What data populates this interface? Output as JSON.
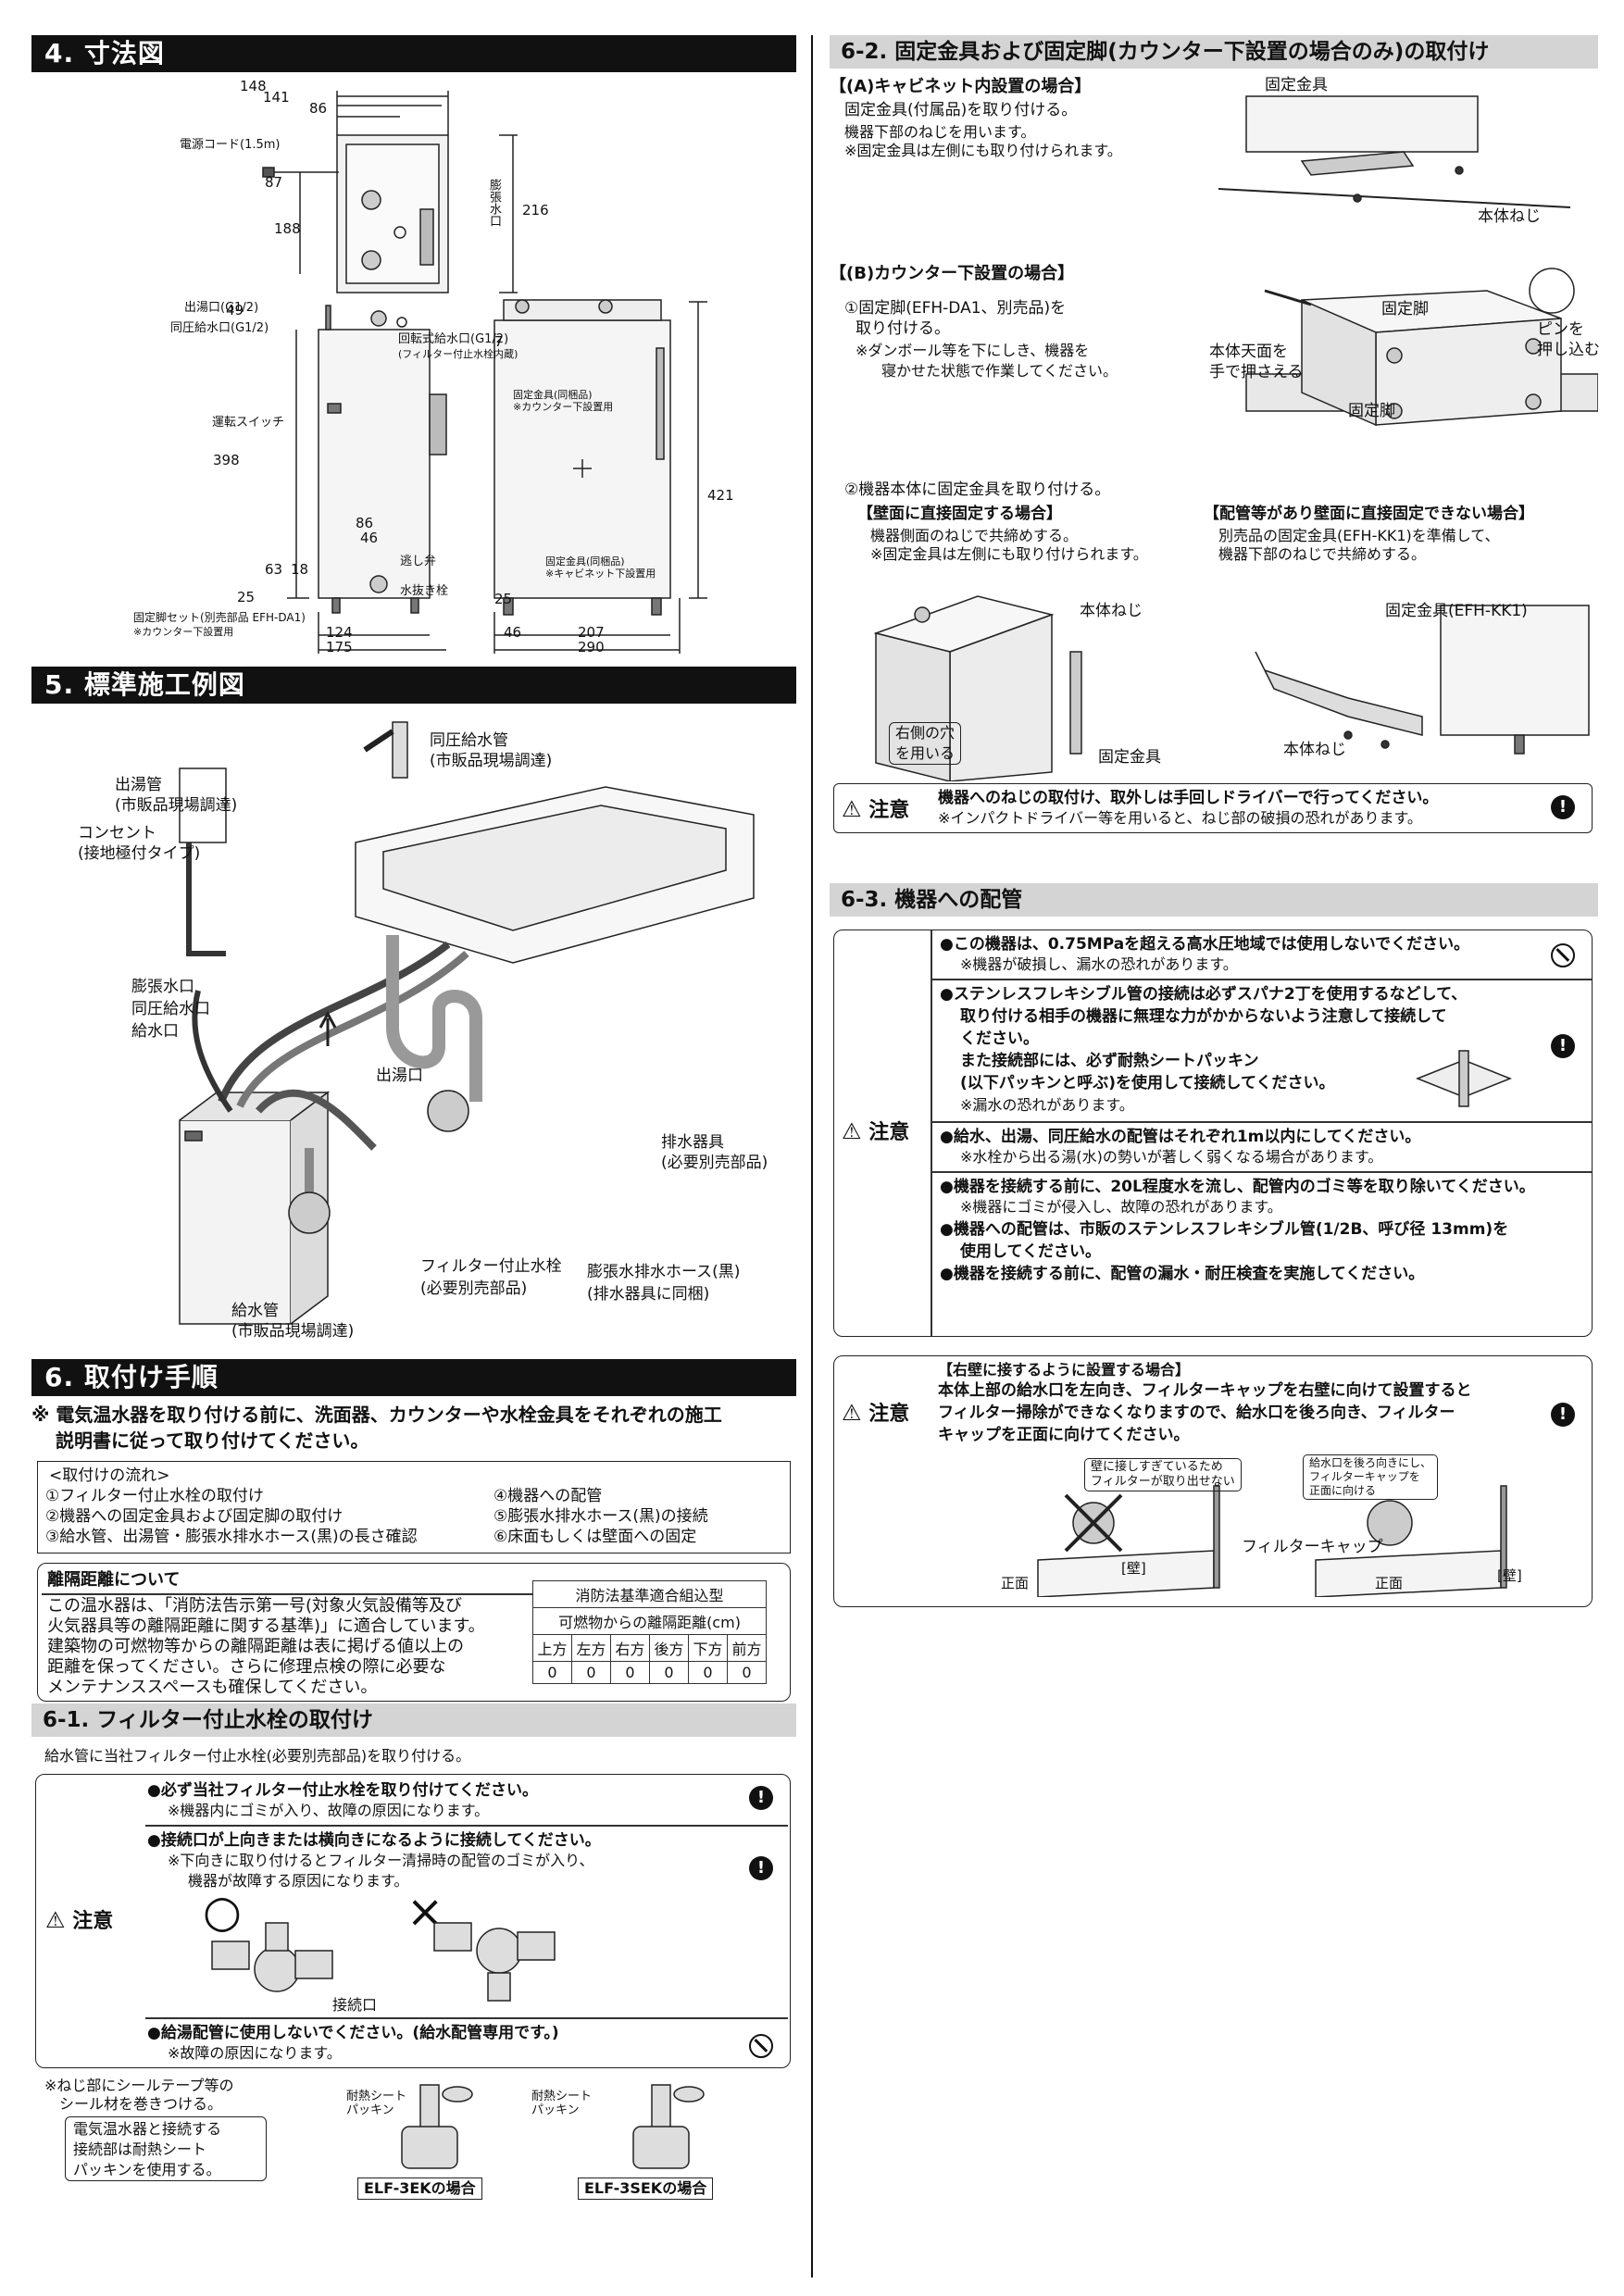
{
  "sec4": {
    "title": "4. 寸法図",
    "dims": [
      "148",
      "141",
      "86",
      "87",
      "188",
      "216",
      "49",
      "398",
      "86",
      "46",
      "63",
      "18",
      "25",
      "124",
      "175",
      "7",
      "421",
      "207",
      "290",
      "46",
      "25"
    ],
    "labels": {
      "cord": "電源コード(1.5m)",
      "outlet": "出湯口(G1/2)",
      "same_pressure": "同圧給水口(G1/2)",
      "expansion_top": "膨張水口",
      "inlet": "回転式給水口(G1/2)",
      "inlet_note": "(フィルター付止水栓内蔵)",
      "switch": "運転スイッチ",
      "bracket_note1": "固定金具(同梱品)",
      "bracket_note1b": "※カウンター下設置用",
      "drain_plug": "逃し弁",
      "drain_valve": "水抜き栓",
      "leg_set": "固定脚セット(別売部品 EFH-DA1)",
      "leg_note": "※カウンター下設置用",
      "bracket_note2": "固定金具(同梱品)",
      "bracket_note2b": "※キャビネット下設置用"
    }
  },
  "sec5": {
    "title": "5. 標準施工例図",
    "labels": {
      "same_pipe": "同圧給水管",
      "same_pipe_sub": "(市販品現場調達)",
      "hot_pipe": "出湯管",
      "hot_pipe_sub": "(市販品現場調達)",
      "outlet_socket": "コンセント",
      "outlet_socket_sub": "(接地極付タイプ)",
      "expansion": "膨張水口",
      "same_port": "同圧給水口",
      "supply_port": "給水口",
      "hot_port": "出湯口",
      "drain": "排水器具",
      "drain_sub": "(必要別売部品)",
      "filter_valve": "フィルター付止水栓",
      "filter_valve_sub": "(必要別売部品)",
      "exp_hose": "膨張水排水ホース(黒)",
      "exp_hose_sub": "(排水器具に同梱)",
      "supply_pipe": "給水管",
      "supply_pipe_sub": "(市販品現場調達)"
    }
  },
  "sec6": {
    "title": "6. 取付け手順",
    "note1": "※ 電気温水器を取り付ける前に、洗面器、カウンターや水栓金具をそれぞれの施工",
    "note2": "説明書に従って取り付けてください。",
    "flow_title": "<取付けの流れ>",
    "flow": [
      "①フィルター付止水栓の取付け",
      "②機器への固定金具および固定脚の取付け",
      "③給水管、出湯管・膨張水排水ホース(黒)の長さ確認",
      "④機器への配管",
      "⑤膨張水排水ホース(黒)の接続",
      "⑥床面もしくは壁面への固定"
    ],
    "dist_title": "離隔距離について",
    "dist_text": [
      "この温水器は、「消防法告示第一号(対象火気設備等及び",
      "火気器具等の離隔距離に関する基準)」に適合しています。",
      "建築物の可燃物等からの離隔距離は表に掲げる値以上の",
      "距離を保ってください。さらに修理点検の際に必要な",
      "メンテナンススペースも確保してください。"
    ],
    "dist_table": {
      "title": "消防法基準適合組込型",
      "subtitle": "可燃物からの離隔距離(cm)",
      "headers": [
        "上方",
        "左方",
        "右方",
        "後方",
        "下方",
        "前方"
      ],
      "values": [
        "0",
        "0",
        "0",
        "0",
        "0",
        "0"
      ]
    }
  },
  "sec61": {
    "title": "6-1. フィルター付止水栓の取付け",
    "intro": "給水管に当社フィルター付止水栓(必要別売部品)を取り付ける。",
    "caution": "注意",
    "items": [
      {
        "main": "●必ず当社フィルター付止水栓を取り付けてください。",
        "sub": "※機器内にゴミが入り、故障の原因になります。"
      },
      {
        "main": "●接続口が上向きまたは横向きになるように接続してください。",
        "sub": "※下向きに取り付けるとフィルター清掃時の配管のゴミが入り、",
        "sub2": "機器が故障する原因になります。"
      },
      {
        "main": "●給湯配管に使用しないでください。(給水配管専用です。)",
        "sub": "※故障の原因になります。"
      }
    ],
    "ok_mark": "○",
    "ng_mark": "×",
    "conn_label": "接続口",
    "tape_note1": "※ねじ部にシールテープ等の",
    "tape_note2": "シール材を巻きつける。",
    "packing_note": [
      "電気温水器と接続する",
      "接続部は耐熱シート",
      "パッキンを使用する。"
    ],
    "packing_label": "耐熱シート",
    "packing_label2": "パッキン",
    "cap1": "ELF-3EKの場合",
    "cap2": "ELF-3SEKの場合"
  },
  "sec62": {
    "title": "6-2. 固定金具および固定脚(カウンター下設置の場合のみ)の取付け",
    "a_title": "【(A)キャビネット内設置の場合】",
    "a_lines": [
      "固定金具(付属品)を取り付ける。",
      "機器下部のねじを用います。",
      "※固定金具は左側にも取り付けられます。"
    ],
    "a_fig": {
      "bracket": "固定金具",
      "screw": "本体ねじ"
    },
    "b_title": "【(B)カウンター下設置の場合】",
    "b_lines": [
      "①固定脚(EFH-DA1、別売品)を",
      "取り付ける。",
      "※ダンボール等を下にしき、機器を",
      "寝かせた状態で作業してください。"
    ],
    "b_fig": {
      "press": "本体天面を",
      "press2": "手で押さえる",
      "leg": "固定脚",
      "leg2": "固定脚",
      "pin": "ピンを",
      "pin2": "押し込む"
    },
    "c_line": "②機器本体に固定金具を取り付ける。",
    "c_left_title": "【壁面に直接固定する場合】",
    "c_left": [
      "機器側面のねじで共締めする。",
      "※固定金具は左側にも取り付けられます。"
    ],
    "c_right_title": "【配管等があり壁面に直接固定できない場合】",
    "c_right": [
      "別売品の固定金具(EFH-KK1)を準備して、",
      "機器下部のねじで共締めする。"
    ],
    "c_fig": {
      "screw": "本体ねじ",
      "hole": "右側の穴",
      "hole2": "を用いる",
      "bracket": "固定金具",
      "kk1": "固定金具(EFH-KK1)",
      "screw2": "本体ねじ"
    },
    "caution_label": "注意",
    "caution1": "機器へのねじの取付け、取外しは手回しドライバーで行ってください。",
    "caution2": "※インパクトドライバー等を用いると、ねじ部の破損の恐れがあります。"
  },
  "sec63": {
    "title": "6-3. 機器への配管",
    "caution": "注意",
    "items": [
      {
        "lines": [
          "●この機器は、0.75MPaを超える高水圧地域では使用しないでください。"
        ],
        "subs": [
          "※機器が破損し、漏水の恐れがあります。"
        ]
      },
      {
        "lines": [
          "●ステンレスフレキシブル管の接続は必ずスパナ2丁を使用するなどして、",
          "取り付ける相手の機器に無理な力がかからないよう注意して接続して",
          "ください。",
          "また接続部には、必ず耐熱シートパッキン",
          "(以下パッキンと呼ぶ)を使用して接続してください。"
        ],
        "subs": [
          "※漏水の恐れがあります。"
        ]
      },
      {
        "lines": [
          "●給水、出湯、同圧給水の配管はそれぞれ1m以内にしてください。"
        ],
        "subs": [
          "※水栓から出る湯(水)の勢いが著しく弱くなる場合があります。"
        ]
      },
      {
        "lines": [
          "●機器を接続する前に、20L程度水を流し、配管内のゴミ等を取り除いてください。"
        ],
        "subs": [
          "※機器にゴミが侵入し、故障の恐れがあります。"
        ]
      },
      {
        "lines": [
          "●機器への配管は、市販のステンレスフレキシブル管(1/2B、呼び径 13mm)を",
          "使用してください。"
        ],
        "subs": []
      },
      {
        "lines": [
          "●機器を接続する前に、配管の漏水・耐圧検査を実施してください。"
        ],
        "subs": []
      }
    ],
    "wall_title": "【右壁に接するように設置する場合】",
    "wall_lines": [
      "本体上部の給水口を左向き、フィルターキャップを右壁に向けて設置すると",
      "フィルター掃除ができなくなりますので、給水口を後ろ向き、フィルター",
      "キャップを正面に向けてください。"
    ],
    "wall_fig": {
      "bad": "壁に接しすぎているため",
      "bad2": "フィルターが取り出せない",
      "good": "給水口を後ろ向きにし、",
      "good2": "フィルターキャップを",
      "good3": "正面に向ける",
      "cap": "フィルターキャップ",
      "front": "正面",
      "wall": "[壁]",
      "front2": "正面",
      "wall2": "[壁]"
    }
  }
}
